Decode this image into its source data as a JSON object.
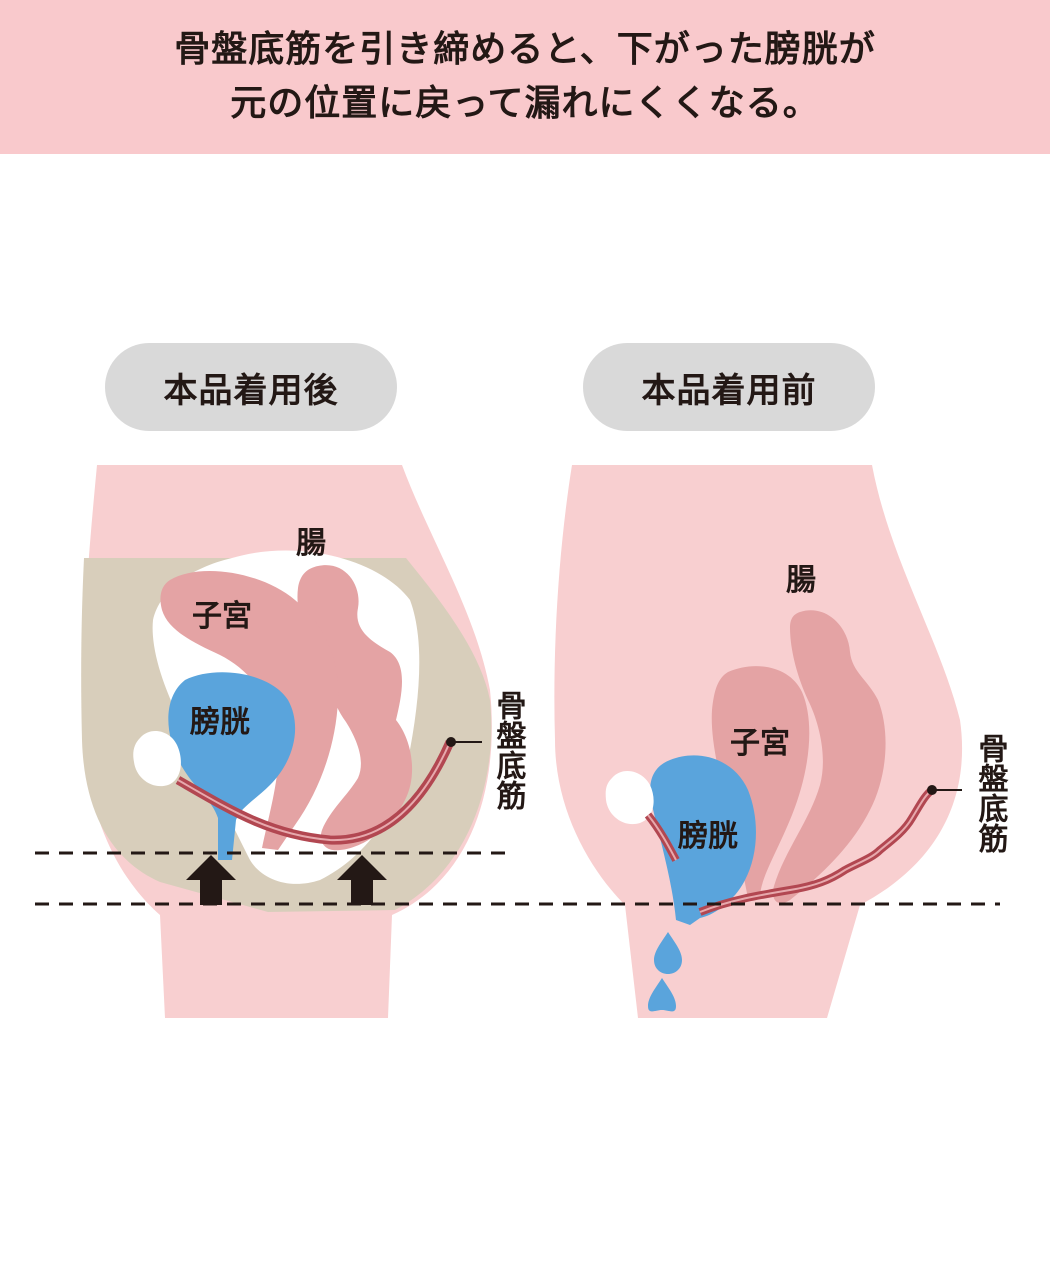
{
  "header": {
    "line1": "骨盤底筋を引き締めると、下がった膀胱が",
    "line2": "元の位置に戻って漏れにくくなる。"
  },
  "panels": {
    "after": {
      "title": "本品着用後",
      "labels": {
        "intestine": "腸",
        "uterus": "子宮",
        "bladder": "膀胱",
        "pelvic_floor": "骨盤底筋"
      }
    },
    "before": {
      "title": "本品着用前",
      "labels": {
        "intestine": "腸",
        "uterus": "子宮",
        "bladder": "膀胱",
        "pelvic_floor": "骨盤底筋"
      }
    }
  },
  "colors": {
    "header_bg": "#f9c9cc",
    "body_pink": "#f8cfd0",
    "pelvis_beige": "#d8cebb",
    "organ_pink": "#e4a3a4",
    "bladder_blue": "#5aa4dc",
    "muscle_red": "#b24751",
    "pill_gray": "#d9d9d9",
    "arrow": "#231815"
  },
  "icons": {
    "lift_arrows": "up-arrow-icon",
    "leak_drops": "water-drop-icon"
  }
}
